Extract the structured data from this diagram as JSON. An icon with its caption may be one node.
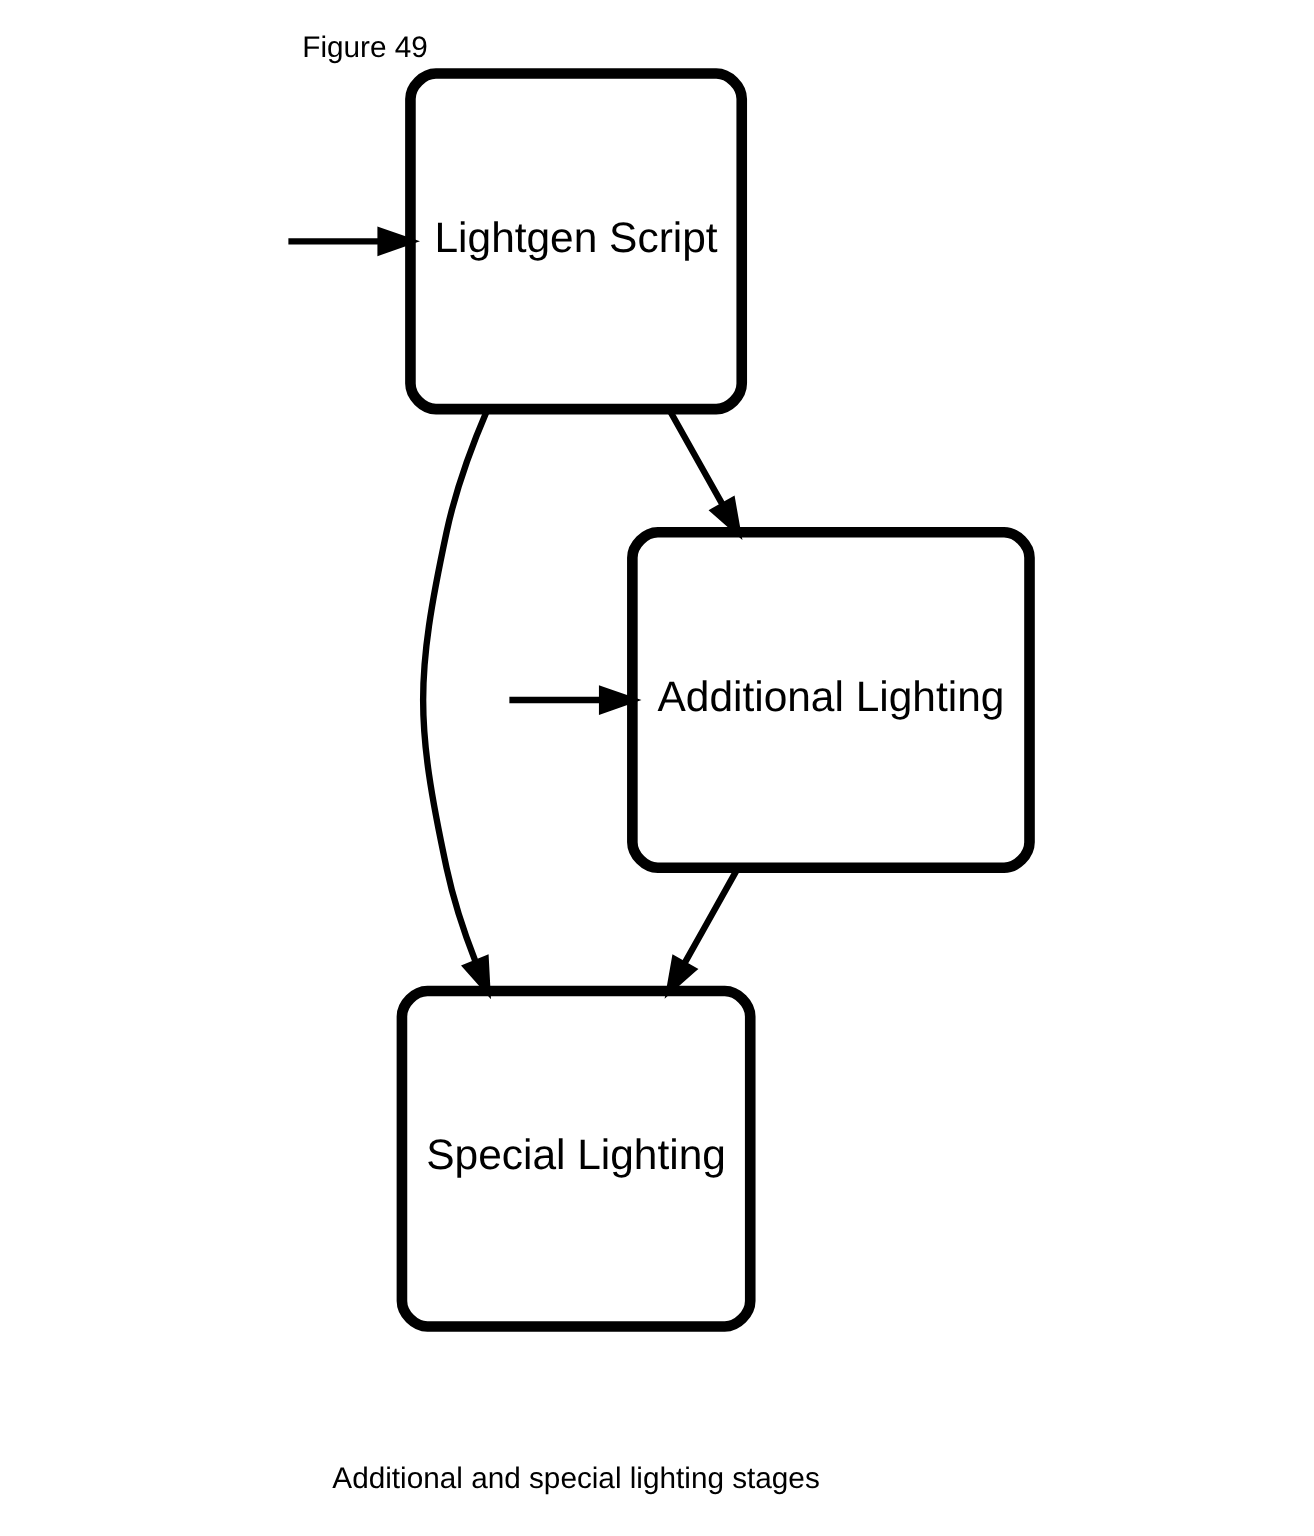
{
  "diagram": {
    "title": "Figure 49",
    "caption": "Additional and special lighting stages",
    "nodes": [
      {
        "text": [
          "Lightgen Script"
        ]
      },
      {
        "text": [
          "Additional Lighting"
        ]
      },
      {
        "text": [
          "Special Lighting"
        ]
      }
    ],
    "edges": [
      {
        "from": null,
        "to": 0,
        "arrow": "to"
      },
      {
        "from": 0,
        "to": 1,
        "arrow": "to"
      },
      {
        "from": 0,
        "to": 2,
        "arrow": "to"
      },
      {
        "from": null,
        "to": 1,
        "arrow": "to"
      },
      {
        "from": 1,
        "to": 2,
        "arrow": "to"
      }
    ]
  }
}
